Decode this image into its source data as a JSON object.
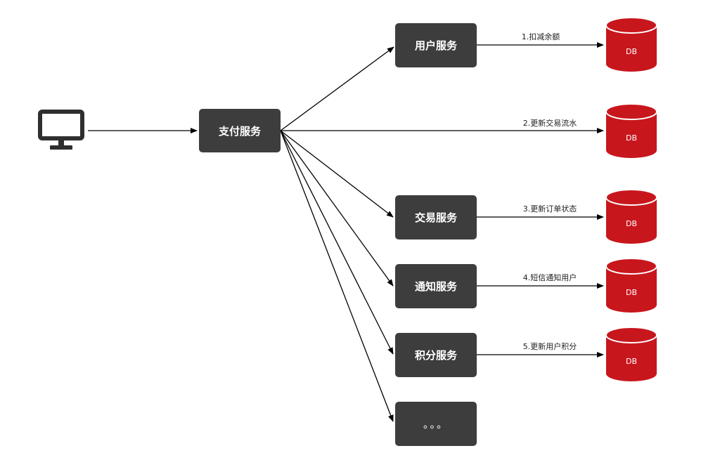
{
  "client": {
    "icon": "monitor-icon"
  },
  "payment_service": {
    "label": "支付服务"
  },
  "services": [
    {
      "id": "user",
      "label": "用户服务"
    },
    {
      "id": "trade",
      "label": "交易服务"
    },
    {
      "id": "notify",
      "label": "通知服务"
    },
    {
      "id": "points",
      "label": "积分服务"
    },
    {
      "id": "more",
      "label": "。。。"
    }
  ],
  "edge_labels": [
    "1.扣减余额",
    "2.更新交易流水",
    "3.更新订单状态",
    "4.短信通知用户",
    "5.更新用户积分"
  ],
  "databases": [
    {
      "label": "DB"
    },
    {
      "label": "DB"
    },
    {
      "label": "DB"
    },
    {
      "label": "DB"
    },
    {
      "label": "DB"
    }
  ],
  "colors": {
    "node": "#3d3d3d",
    "db": "#c8161d",
    "edge": "#000000"
  }
}
